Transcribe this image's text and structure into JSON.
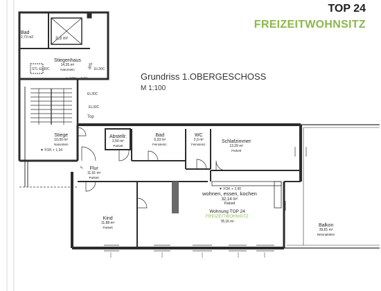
{
  "header": {
    "top_label": "TOP 24",
    "brand": "FREIZEITWOHNSITZ"
  },
  "plan": {
    "title": "Grundriss 1.OBERGESCHOSS",
    "scale": "M 1:100"
  },
  "rooms": [
    {
      "id": "bad-small",
      "name": "Bad",
      "area": "2,73 m2",
      "floor": ""
    },
    {
      "id": "aufzug",
      "name": "",
      "area": "3,3 m²",
      "floor": ""
    },
    {
      "id": "stiegenhaus",
      "name": "Stiegenhaus",
      "area": "14,35 m²",
      "floor": "Naturstein"
    },
    {
      "id": "stiege",
      "name": "Stiege",
      "area": "10,00 m²",
      "floor": "Naturstein"
    },
    {
      "id": "abstellr",
      "name": "Abstellr.",
      "area": "2,50 m²",
      "floor": "Parkett"
    },
    {
      "id": "bad",
      "name": "Bad",
      "area": "5,33 m²",
      "floor": "Feinsteinz."
    },
    {
      "id": "wc",
      "name": "WC",
      "area": "2,0 m²",
      "floor": "Feinsteinz."
    },
    {
      "id": "schlafzimmer",
      "name": "Schlafzimmer",
      "area": "13,29 m²",
      "floor": "Parkett"
    },
    {
      "id": "flur",
      "name": "Flur",
      "area": "11,91 m²",
      "floor": "Parkett"
    },
    {
      "id": "kind",
      "name": "Kind",
      "area": "11,88 m²",
      "floor": "Parkett"
    },
    {
      "id": "wohnen",
      "name": "wohnen, essen, kochen",
      "area": "32,14 m²",
      "floor": "Parkett"
    },
    {
      "id": "balkon",
      "name": "Balkon",
      "area": "39,81 m²",
      "floor": "Betonplatten"
    }
  ],
  "wohnung": {
    "title": "Wohnung TOP 24",
    "brand": "FREIZEITWOHNSITZ",
    "area": "78,16 m²"
  },
  "notes": {
    "top_upper": "Top",
    "top_mid": "Top",
    "fok_stair": "▼ FOK + 2,90",
    "fok_stiege": "▼ FOK + 1,34",
    "fok_wohnen": "▼ FOK + 2,90",
    "stl_left": "STL EL30C",
    "el30c": "EL30C",
    "el30c_lower": "EL30C",
    "el30c_right": "EL30C",
    "bolt": "ϟ"
  },
  "colors": {
    "wall": "#2c2c2c",
    "fill": "#6a6a6a",
    "brand_green": "#8ab84a"
  }
}
